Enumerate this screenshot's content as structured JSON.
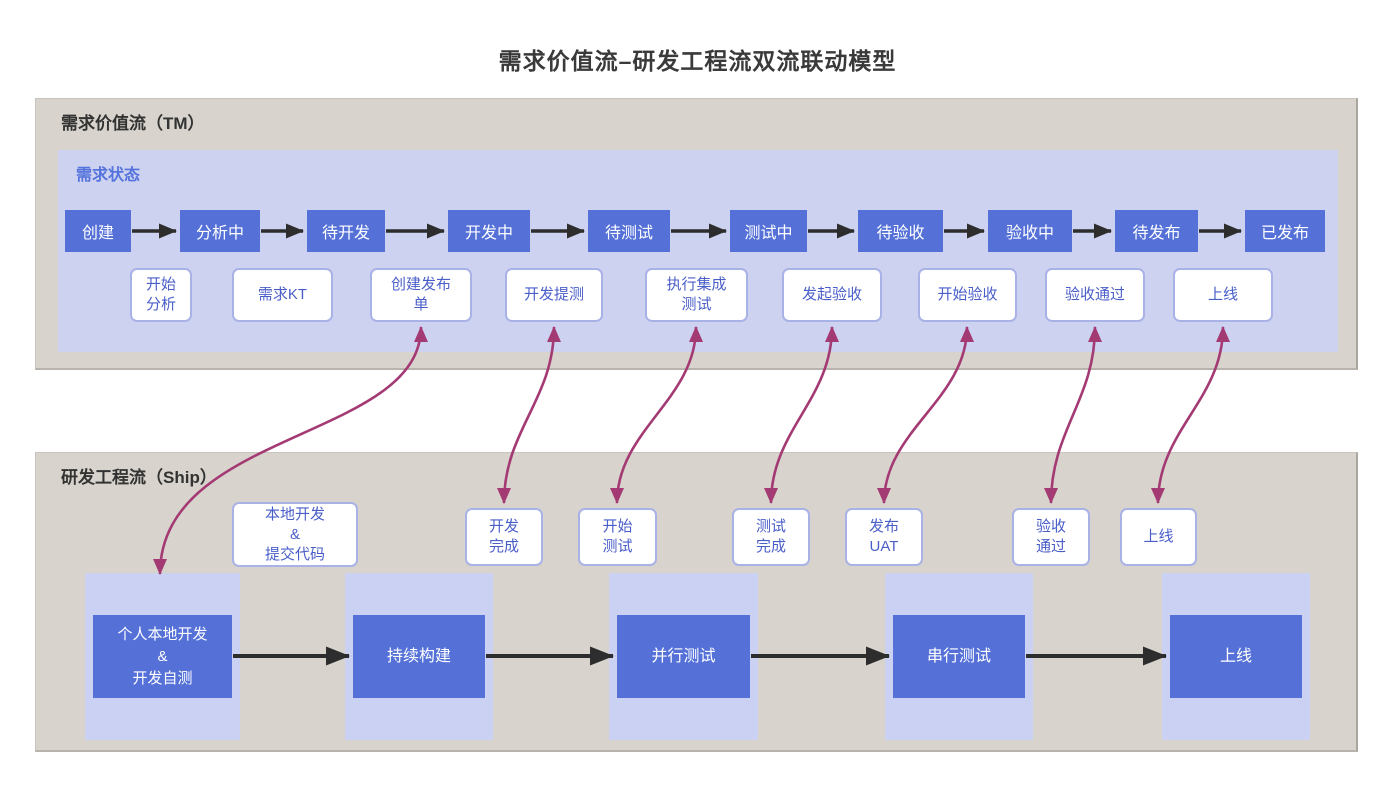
{
  "title": "需求价值流–研发工程流双流联动模型",
  "colors": {
    "panel_beige": "#d8d4cd",
    "lavender_panel": "#cdd2f0",
    "stage_container": "#cbd1f2",
    "node_blue": "#5571d8",
    "event_border": "#a9b2e6",
    "event_text": "#4a5ec8",
    "link_magenta": "#a43a74",
    "flow_black": "#2d2d2d"
  },
  "tm": {
    "title": "需求价值流（TM）",
    "panel_label": "需求状态",
    "statuses": [
      "创建",
      "分析中",
      "待开发",
      "开发中",
      "待测试",
      "测试中",
      "待验收",
      "验收中",
      "待发布",
      "已发布"
    ],
    "events": [
      "开始\n分析",
      "需求KT",
      "创建发布\n单",
      "开发提测",
      "执行集成\n测试",
      "发起验收",
      "开始验收",
      "验收通过",
      "上线"
    ]
  },
  "ship": {
    "title": "研发工程流（Ship）",
    "events": [
      "本地开发\n&\n提交代码",
      "开发\n完成",
      "开始\n测试",
      "测试\n完成",
      "发布\nUAT",
      "验收\n通过",
      "上线"
    ],
    "stages": [
      "个人本地开发\n&\n开发自测",
      "持续构建",
      "并行测试",
      "串行测试",
      "上线"
    ]
  },
  "links": [
    {
      "tm_event": "创建发布单",
      "ship_node": "个人本地开发&开发自测",
      "bidirectional": true
    },
    {
      "tm_event": "开发提测",
      "ship_node": "开发完成",
      "bidirectional": true
    },
    {
      "tm_event": "执行集成测试",
      "ship_node": "开始测试",
      "bidirectional": true
    },
    {
      "tm_event": "发起验收",
      "ship_node": "测试完成",
      "bidirectional": true
    },
    {
      "tm_event": "开始验收",
      "ship_node": "发布UAT",
      "bidirectional": true
    },
    {
      "tm_event": "验收通过",
      "ship_node": "验收通过",
      "bidirectional": true
    },
    {
      "tm_event": "上线",
      "ship_node": "上线",
      "bidirectional": true
    }
  ]
}
